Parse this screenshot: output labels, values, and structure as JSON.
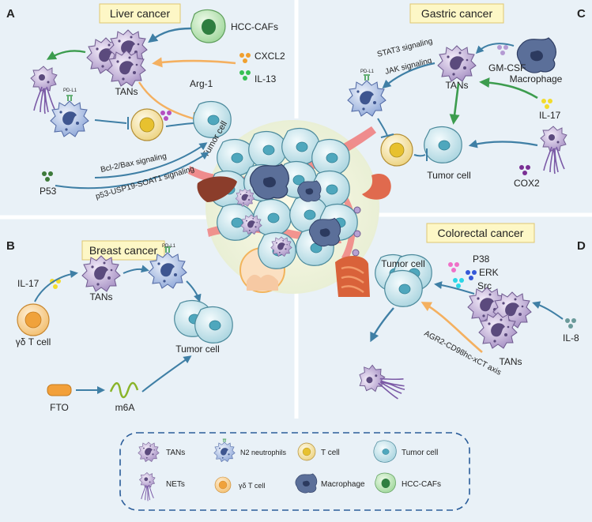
{
  "panels": {
    "a": {
      "letter": "A",
      "title": "Liver cancer"
    },
    "b": {
      "letter": "B",
      "title": "Breast cancer"
    },
    "c": {
      "letter": "C",
      "title": "Gastric cancer"
    },
    "d": {
      "letter": "D",
      "title": "Colorectal cancer"
    }
  },
  "labels": {
    "a_hcc_cafs": "HCC-CAFs",
    "a_cxcl2": "CXCL2",
    "a_il13": "IL-13",
    "a_tans": "TANs",
    "a_arg1": "Arg-1",
    "a_pdl1": "PD-L1",
    "a_tumor": "Tumor cell",
    "a_bcl": "Bcl-2/Bax  signaling",
    "a_p53usp": "p53-USP19-SOAT1 signaling",
    "a_p53": "P53",
    "b_il17": "IL-17",
    "b_tans": "TANs",
    "b_pdl1": "PD-L1",
    "b_gd": "γδ T cell",
    "b_tumor": "Tumor cell",
    "b_fto": "FTO",
    "b_m6a": "m6A",
    "c_stat3": "STAT3 signaling",
    "c_jak": "JAK signaling",
    "c_pdl1": "PD-L1",
    "c_tans": "TANs",
    "c_gmcsf": "GM-CSF",
    "c_macro": "Macrophage",
    "c_il17": "IL-17",
    "c_tumor": "Tumor cell",
    "c_cox2": "COX2",
    "d_tumor": "Tumor cell",
    "d_p38": "P38",
    "d_erk": "ERK",
    "d_src": "Src",
    "d_il8": "IL-8",
    "d_tans": "TANs",
    "d_agr2": "AGR2-CD98hc-xCT axis"
  },
  "legend": {
    "tans": "TANs",
    "n2": "N2 neutrophils",
    "tcell": "T cell",
    "tumor": "Tumor cell",
    "nets": "NETs",
    "gd": "γδ T cell",
    "macro": "Macrophage",
    "caf": "HCC-CAFs"
  },
  "colors": {
    "tan": "#b9a6cf",
    "n2": "#a9bde3",
    "tumor": "#cfe8ee",
    "tcell": "#f6e3a6",
    "macrophage": "#5b6f99",
    "caf": "#8fcf8f",
    "arrow_blue": "#3f7fa5",
    "arrow_orange": "#f4b060",
    "arrow_green": "#3c9c4e",
    "title_box": "#fdf7c6"
  }
}
